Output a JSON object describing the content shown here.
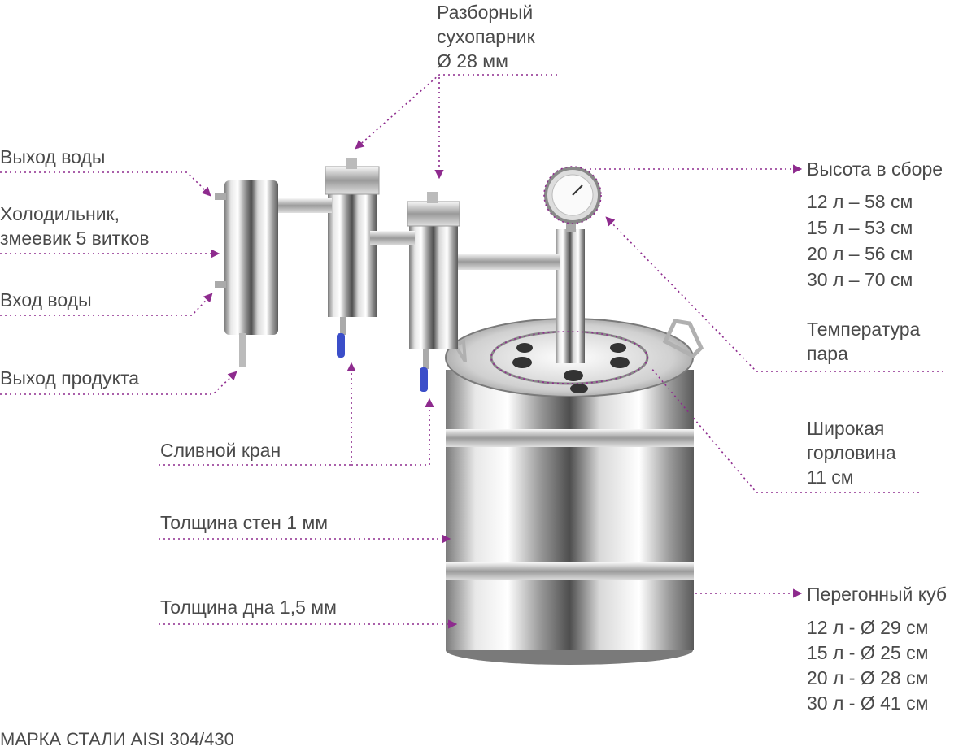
{
  "labels": {
    "dry_steamer": [
      "Разборный",
      "сухопарник",
      "Ø 28 мм"
    ],
    "water_out": "Выход воды",
    "condenser": [
      "Холодильник,",
      "змеевик 5 витков"
    ],
    "water_in": "Вход воды",
    "product_out": "Выход продукта",
    "drain_valve": "Сливной кран",
    "wall_thickness": "Толщина стен 1 мм",
    "bottom_thickness": "Толщина дна 1,5 мм",
    "assembled_height": {
      "title": "Высота в сборе",
      "rows": [
        "12 л – 58 см",
        "15 л – 53 см",
        "20 л – 56 см",
        "30 л – 70 см"
      ]
    },
    "vapor_temp": [
      "Температура",
      "пара"
    ],
    "wide_neck": [
      "Широкая",
      "горловина",
      "11 см"
    ],
    "still_pot": {
      "title": "Перегонный куб",
      "rows": [
        "12 л - Ø 29 см",
        "15 л - Ø 25 см",
        "20 л - Ø 28 см",
        "30 л - Ø 41 см"
      ]
    },
    "steel_grade": "МАРКА СТАЛИ AISI 304/430"
  },
  "colors": {
    "accent": "#8e2b8e",
    "text": "#4a4a4a",
    "steel_light": "#f4f4f4",
    "steel_dark": "#6e6e6e"
  }
}
